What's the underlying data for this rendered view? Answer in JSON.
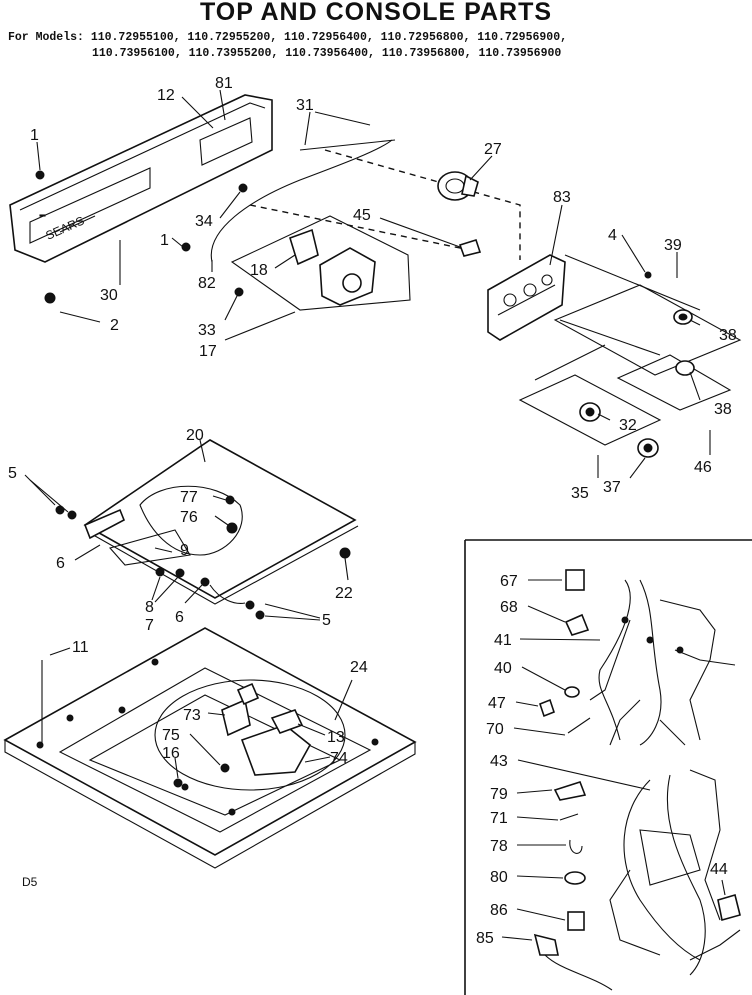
{
  "title": "TOP AND CONSOLE PARTS",
  "models_line1": "For Models: 110.72955100, 110.72955200, 110.72956400, 110.72956800, 110.72956900,",
  "models_line2": "110.73956100, 110.73955200, 110.73956400, 110.73956800, 110.73956900",
  "corner_code": "D5",
  "callouts": {
    "c1a": "1",
    "c12": "12",
    "c81": "81",
    "c31": "31",
    "c27": "27",
    "c83": "83",
    "c34": "34",
    "c45": "45",
    "c4": "4",
    "c39": "39",
    "c1b": "1",
    "c18": "18",
    "c30": "30",
    "c82": "82",
    "c33": "33",
    "c2": "2",
    "c17": "17",
    "c38a": "38",
    "c38b": "38",
    "c32": "32",
    "c46": "46",
    "c35": "35",
    "c37": "37",
    "c20": "20",
    "c5a": "5",
    "c77": "77",
    "c76": "76",
    "c6a": "6",
    "c9": "9",
    "c22": "22",
    "c8": "8",
    "c7": "7",
    "c6b": "6",
    "c5b": "5",
    "c11": "11",
    "c24": "24",
    "c73": "73",
    "c13": "13",
    "c75": "75",
    "c74": "74",
    "c16": "16",
    "c67": "67",
    "c68": "68",
    "c41": "41",
    "c40": "40",
    "c47": "47",
    "c70": "70",
    "c43": "43",
    "c79": "79",
    "c71": "71",
    "c78": "78",
    "c80": "80",
    "c44": "44",
    "c86": "86",
    "c85": "85"
  }
}
